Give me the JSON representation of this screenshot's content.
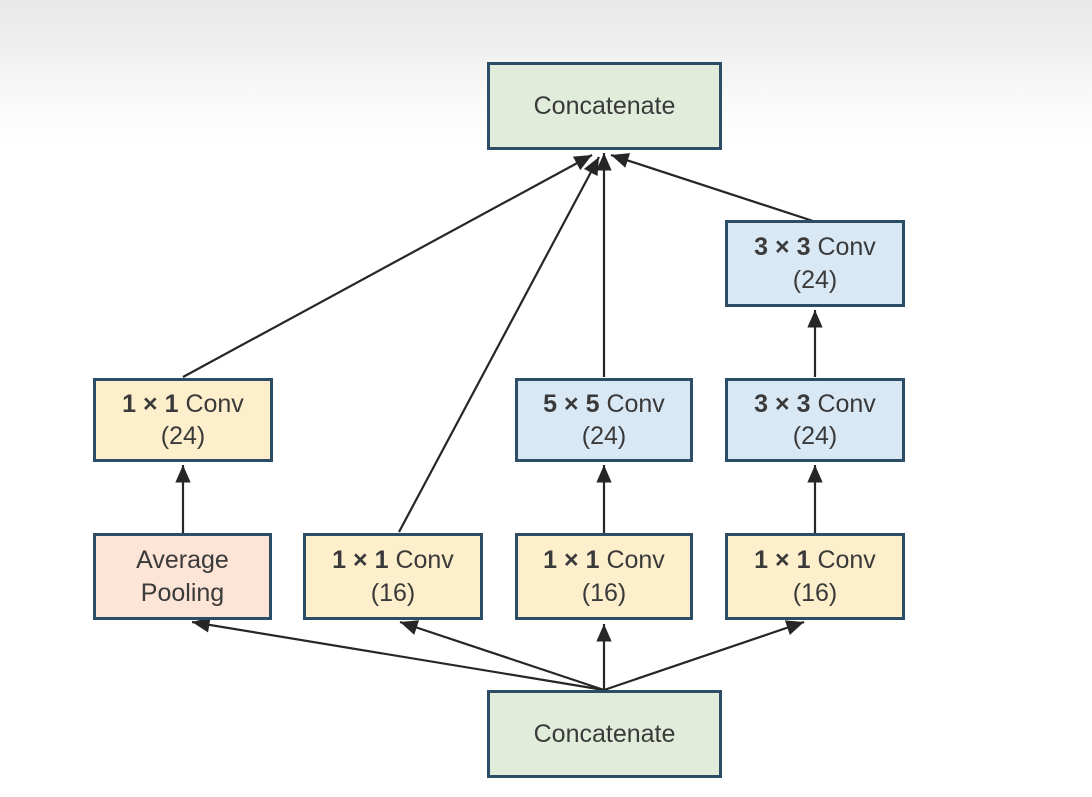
{
  "diagram": {
    "name": "inception-block-architecture",
    "nodes": [
      {
        "id": "concatenate-top",
        "label": "Concatenate"
      },
      {
        "id": "conv-3x3-upper",
        "kernel": "3 × 3",
        "op": "Conv",
        "channels": "(24)"
      },
      {
        "id": "conv-1x1-24",
        "kernel": "1 × 1",
        "op": "Conv",
        "channels": "(24)"
      },
      {
        "id": "conv-5x5-24",
        "kernel": "5 × 5",
        "op": "Conv",
        "channels": "(24)"
      },
      {
        "id": "conv-3x3-24",
        "kernel": "3 × 3",
        "op": "Conv",
        "channels": "(24)"
      },
      {
        "id": "average-pooling",
        "label": "Average Pooling"
      },
      {
        "id": "conv-1x1-16-left",
        "kernel": "1 × 1",
        "op": "Conv",
        "channels": "(16)"
      },
      {
        "id": "conv-1x1-16-mid",
        "kernel": "1 × 1",
        "op": "Conv",
        "channels": "(16)"
      },
      {
        "id": "conv-1x1-16-right",
        "kernel": "1 × 1",
        "op": "Conv",
        "channels": "(16)"
      },
      {
        "id": "concatenate-bottom",
        "label": "Concatenate"
      }
    ],
    "edges": [
      {
        "from": "concatenate-bottom",
        "to": "average-pooling"
      },
      {
        "from": "concatenate-bottom",
        "to": "conv-1x1-16-left"
      },
      {
        "from": "concatenate-bottom",
        "to": "conv-1x1-16-mid"
      },
      {
        "from": "concatenate-bottom",
        "to": "conv-1x1-16-right"
      },
      {
        "from": "average-pooling",
        "to": "conv-1x1-24"
      },
      {
        "from": "conv-1x1-16-mid",
        "to": "conv-5x5-24"
      },
      {
        "from": "conv-1x1-16-right",
        "to": "conv-3x3-24"
      },
      {
        "from": "conv-3x3-24",
        "to": "conv-3x3-upper"
      },
      {
        "from": "conv-1x1-24",
        "to": "concatenate-top"
      },
      {
        "from": "conv-1x1-16-left",
        "to": "concatenate-top"
      },
      {
        "from": "conv-5x5-24",
        "to": "concatenate-top"
      },
      {
        "from": "conv-3x3-upper",
        "to": "concatenate-top"
      }
    ]
  },
  "colors": {
    "concat_fill": "#e1ecda",
    "conv_fill": "#d9e8f5",
    "reduce_fill": "#fdefcc",
    "pool_fill": "#fce4d6",
    "border": "#2b4d66",
    "arrow": "#262626",
    "text": "#3a3a3a",
    "bg_top": "#e8e8e8"
  }
}
